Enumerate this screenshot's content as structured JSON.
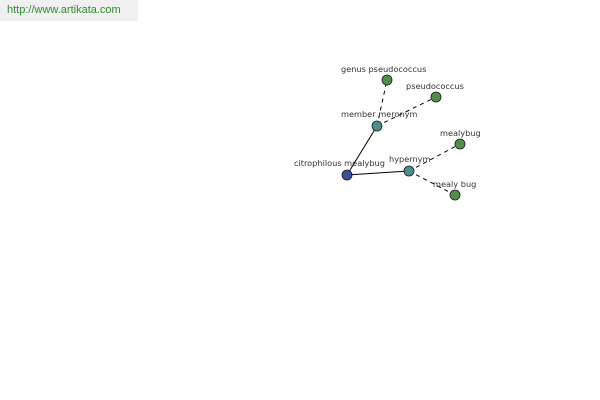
{
  "header": {
    "url": "http://www.artikata.com",
    "url_color": "#2e8b2e"
  },
  "colors": {
    "root": "#3b4f9c",
    "relation": "#4d8f8f",
    "leaf": "#4f8f4a",
    "edge": "#000000"
  },
  "graph": {
    "nodes": [
      {
        "id": "root",
        "label": "citrophilous mealybug",
        "kind": "root"
      },
      {
        "id": "member-meronym",
        "label": "member meronym",
        "kind": "relation"
      },
      {
        "id": "hypernym",
        "label": "hypernym",
        "kind": "relation"
      },
      {
        "id": "genus-pseudococcus",
        "label": "genus pseudococcus",
        "kind": "leaf"
      },
      {
        "id": "pseudococcus",
        "label": "pseudococcus",
        "kind": "leaf"
      },
      {
        "id": "mealybug",
        "label": "mealybug",
        "kind": "leaf"
      },
      {
        "id": "mealy-bug",
        "label": "mealy bug",
        "kind": "leaf"
      }
    ],
    "edges": [
      {
        "from": "root",
        "to": "member-meronym",
        "style": "solid"
      },
      {
        "from": "root",
        "to": "hypernym",
        "style": "solid"
      },
      {
        "from": "member-meronym",
        "to": "genus-pseudococcus",
        "style": "dashed"
      },
      {
        "from": "member-meronym",
        "to": "pseudococcus",
        "style": "dashed"
      },
      {
        "from": "hypernym",
        "to": "mealybug",
        "style": "dashed"
      },
      {
        "from": "hypernym",
        "to": "mealy-bug",
        "style": "dashed"
      }
    ]
  }
}
